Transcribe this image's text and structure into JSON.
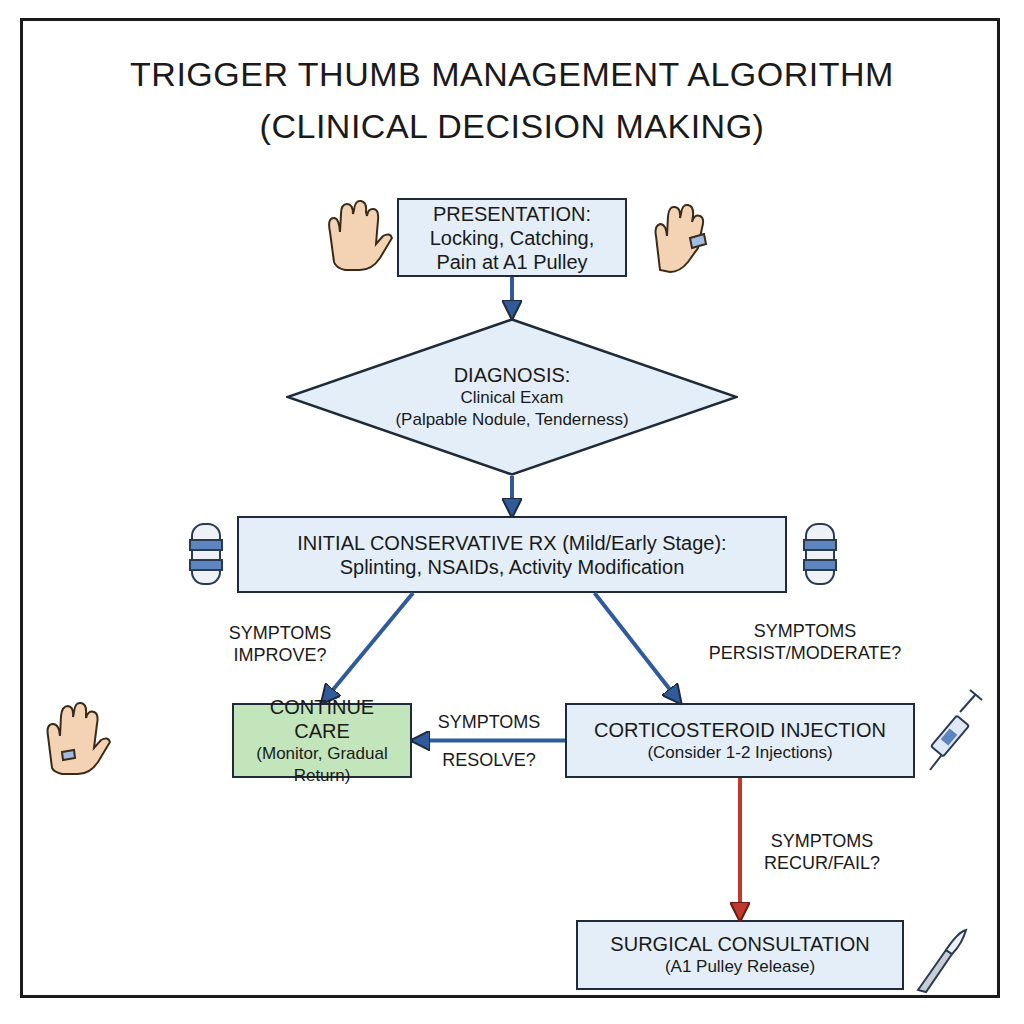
{
  "diagram": {
    "title": "TRIGGER THUMB MANAGEMENT ALGORITHM (CLINICAL DECISION MAKING)",
    "nodes": [
      {
        "text": [
          "PRESENTATION:",
          "Locking, Catching, Pain at A1 Pulley"
        ]
      },
      {
        "text": [
          "DIAGNOSIS:",
          "Clinical Exam",
          "(Palpable Nodule, Tenderness)"
        ]
      },
      {
        "text": [
          "INITIAL CONSERVATIVE RX (Mild/Early Stage):",
          "Splinting, NSAIDs, Activity Modification"
        ]
      },
      {
        "text": [
          "CONTINUE CARE",
          "(Monitor, Gradual Return)"
        ]
      },
      {
        "text": [
          "CORTICOSTEROID INJECTION",
          "(Consider 1-2 Injections)"
        ]
      },
      {
        "text": [
          "SURGICAL CONSULTATION",
          "(A1 Pulley Release)"
        ]
      }
    ],
    "edges": [
      {
        "from": 0,
        "to": 1,
        "arrow": "to"
      },
      {
        "from": 1,
        "to": 2,
        "arrow": "to"
      },
      {
        "from": 2,
        "to": 3,
        "label": "SYMPTOMS IMPROVE?",
        "arrow": "to"
      },
      {
        "from": 2,
        "to": 4,
        "label": "SYMPTOMS PERSIST/MODERATE?",
        "arrow": "to"
      },
      {
        "from": 4,
        "to": 3,
        "label": "SYMPTOMS RESOLVE?",
        "arrow": "to"
      },
      {
        "from": 4,
        "to": 5,
        "label": "SYMPTOMS RECUR/FAIL?",
        "arrow": "to"
      }
    ]
  }
}
